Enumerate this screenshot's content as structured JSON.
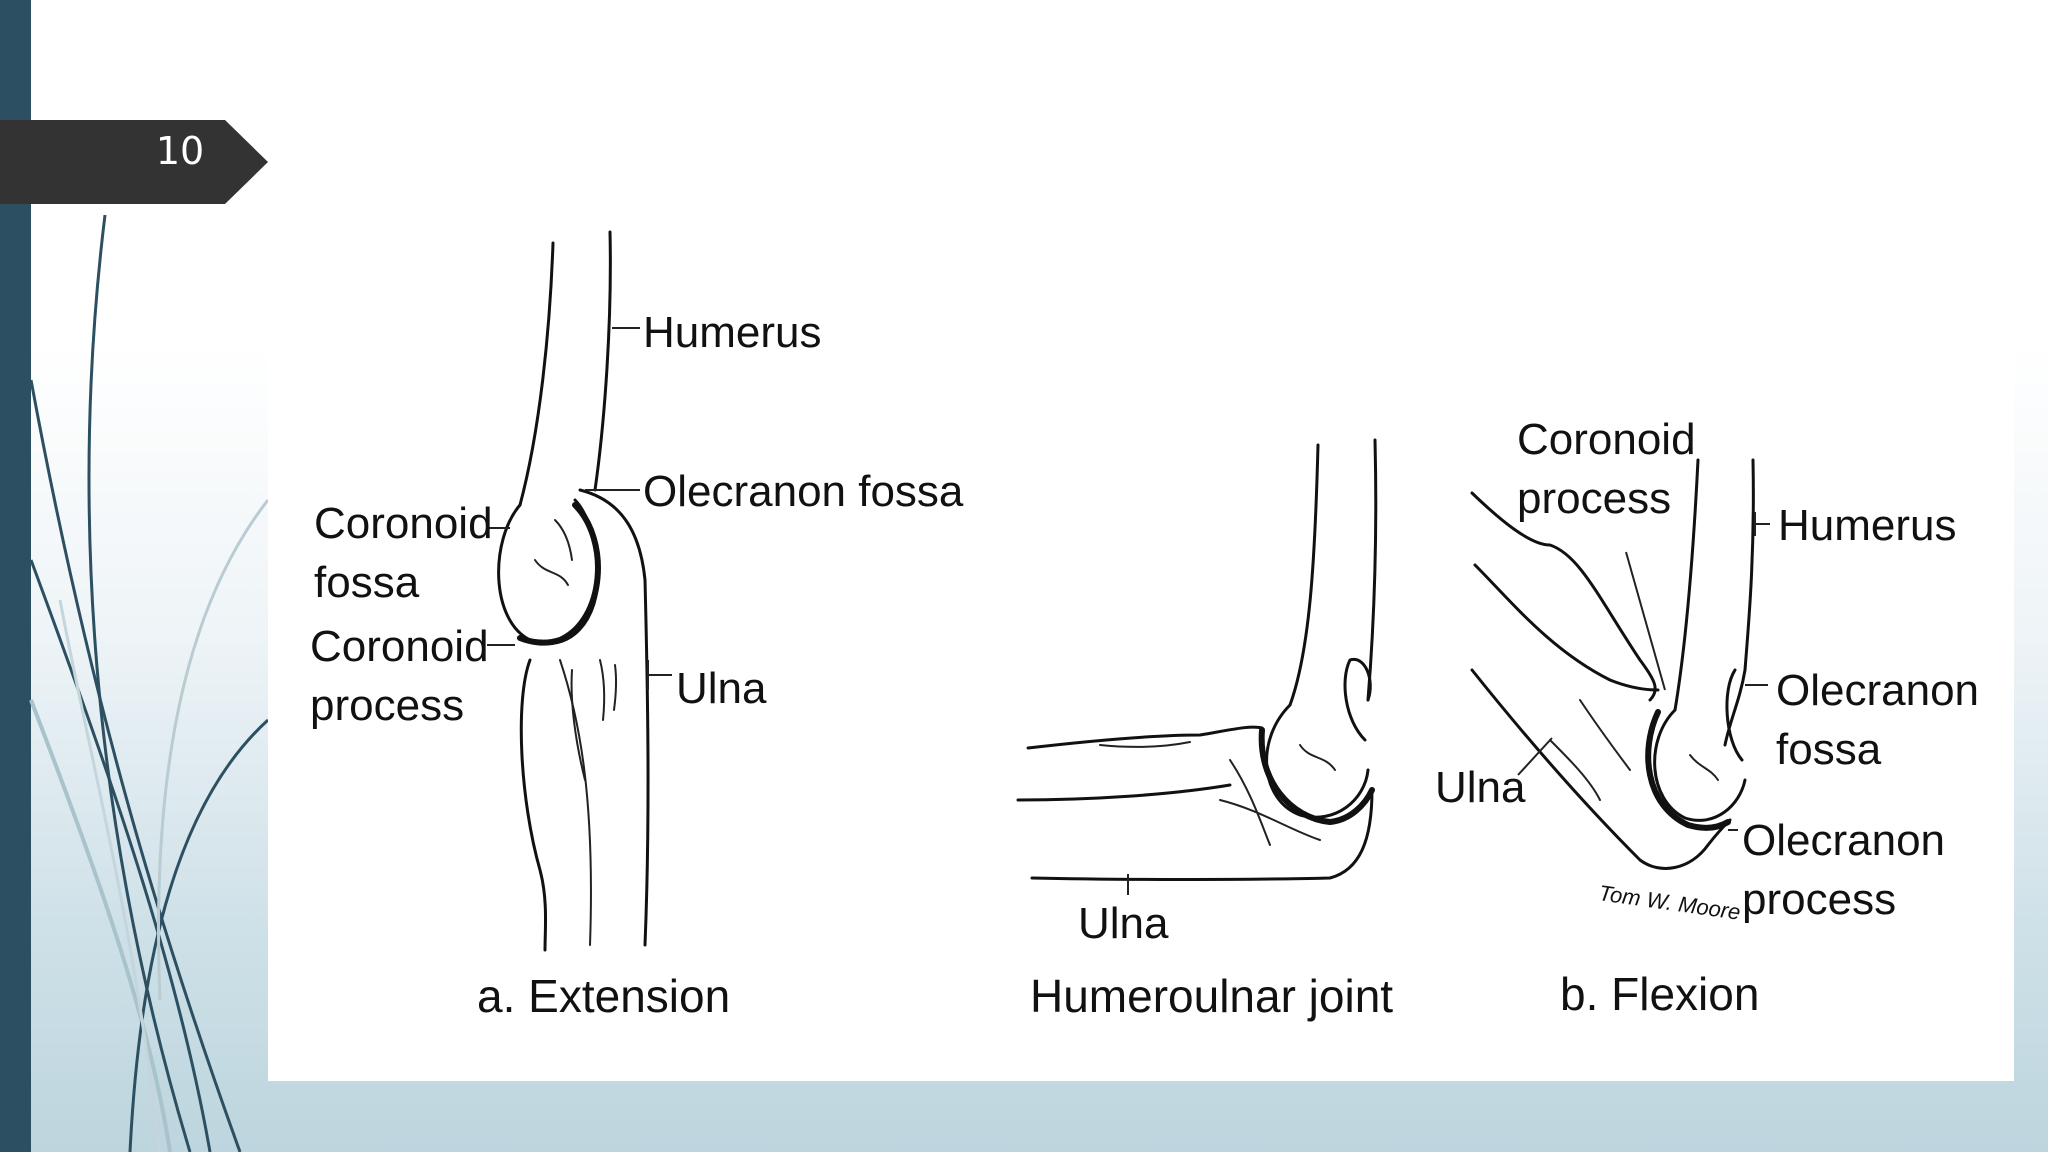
{
  "slide": {
    "number": "10"
  },
  "diagram": {
    "extension": {
      "caption": "a. Extension",
      "labels": {
        "humerus": "Humerus",
        "olecranon_fossa": "Olecranon fossa",
        "coronoid_fossa_line1": "Coronoid",
        "coronoid_fossa_line2": "fossa",
        "coronoid_process_line1": "Coronoid",
        "coronoid_process_line2": "process",
        "ulna": "Ulna"
      }
    },
    "joint": {
      "caption": "Humeroulnar joint",
      "labels": {
        "ulna": "Ulna"
      }
    },
    "flexion": {
      "caption": "b. Flexion",
      "labels": {
        "coronoid_process_line1": "Coronoid",
        "coronoid_process_line2": "process",
        "humerus": "Humerus",
        "olecranon_fossa_line1": "Olecranon",
        "olecranon_fossa_line2": "fossa",
        "ulna": "Ulna",
        "olecranon_process_line1": "Olecranon",
        "olecranon_process_line2": "process"
      },
      "signature": "Tom W. Moore"
    }
  }
}
